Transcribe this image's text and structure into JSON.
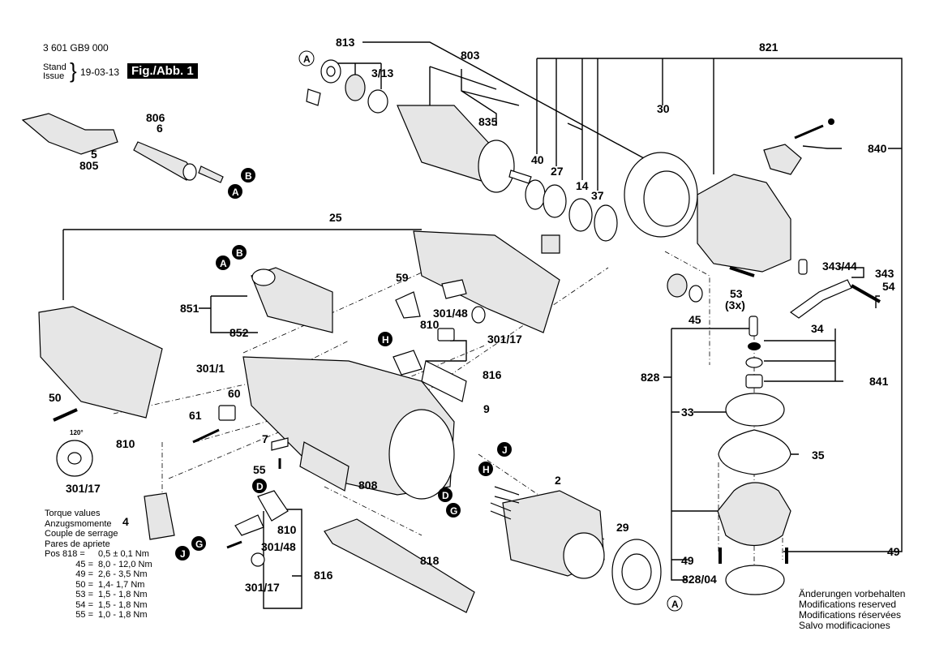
{
  "header": {
    "part_number": "3 601 GB9 000",
    "stand_label": "Stand",
    "issue_label": "Issue",
    "date": "19-03-13",
    "figure_label": "Fig./Abb. 1"
  },
  "torque": {
    "titles": [
      "Torque values",
      "Anzugsmomente",
      "Couple de serrage",
      "Pares de apriete"
    ],
    "rows": [
      {
        "pos": "Pos 818 =",
        "value": "0,5 ± 0,1 Nm"
      },
      {
        "pos": "45 =",
        "value": "8,0 - 12,0 Nm"
      },
      {
        "pos": "49 =",
        "value": "2,6 - 3,5 Nm"
      },
      {
        "pos": "50 =",
        "value": "1,4- 1,7 Nm"
      },
      {
        "pos": "53 =",
        "value": "1,5 - 1,8 Nm"
      },
      {
        "pos": "54 =",
        "value": "1,5 - 1,8 Nm"
      },
      {
        "pos": "55 =",
        "value": "1,0 - 1,8 Nm"
      }
    ]
  },
  "modifications": [
    "Änderungen vorbehalten",
    "Modifications reserved",
    "Modifications réservées",
    "Salvo modificaciones"
  ],
  "labels": {
    "l813": "813",
    "l803": "803",
    "l3_13": "3/13",
    "l835": "835",
    "l821": "821",
    "l806": "806",
    "l6": "6",
    "l5": "5",
    "l805": "805",
    "l40": "40",
    "l27": "27",
    "l14": "14",
    "l37": "37",
    "l30": "30",
    "l840": "840",
    "l25": "25",
    "l851": "851",
    "l852": "852",
    "l59": "59",
    "l301_48a": "301/48",
    "l810a": "810",
    "l301_17a": "301/17",
    "l816a": "816",
    "l53": "53",
    "l3x": "(3x)",
    "l45": "45",
    "l343_44": "343/44",
    "l343": "343",
    "l54": "54",
    "l34": "34",
    "l828": "828",
    "l841": "841",
    "l301_1": "301/1",
    "l50": "50",
    "l60": "60",
    "l61": "61",
    "l9": "9",
    "l7": "7",
    "l55": "55",
    "l120": "120°",
    "l810b": "810",
    "l301_17b": "301/17",
    "l33": "33",
    "l35": "35",
    "l808": "808",
    "l2": "2",
    "l4": "4",
    "l810c": "810",
    "l301_48b": "301/48",
    "l301_17c": "301/17",
    "l816b": "816",
    "l818": "818",
    "l29": "29",
    "l49a": "49",
    "l49b": "49",
    "l828_04": "828/04"
  },
  "connectors": {
    "A": "A",
    "B": "B",
    "D": "D",
    "G": "G",
    "H": "H",
    "J": "J"
  }
}
